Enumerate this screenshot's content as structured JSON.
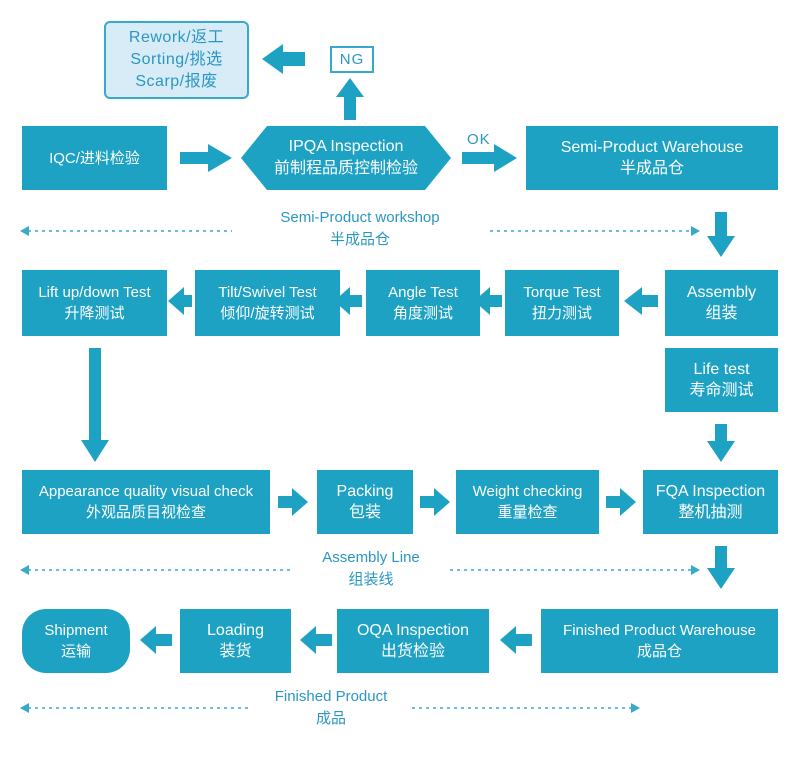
{
  "rework_box": {
    "lines": [
      "Rework/返工",
      "Sorting/挑选",
      "Scarp/报废"
    ]
  },
  "ng_label": "NG",
  "ok_label": "OK",
  "row1": {
    "iqc": {
      "lines": [
        "IQC/进料检验"
      ]
    },
    "ipqa": {
      "lines": [
        "IPQA Inspection",
        "前制程品质控制检验"
      ]
    },
    "semi_warehouse": {
      "lines": [
        "Semi-Product  Warehouse",
        "半成品仓"
      ]
    }
  },
  "semi_workshop_caption": {
    "lines": [
      "Semi-Product  workshop",
      "半成品仓"
    ]
  },
  "row2": {
    "lift": {
      "lines": [
        "Lift up/down Test",
        "升降测试"
      ]
    },
    "tilt": {
      "lines": [
        "Tilt/Swivel Test",
        "倾仰/旋转测试"
      ]
    },
    "angle": {
      "lines": [
        "Angle Test",
        "角度测试"
      ]
    },
    "torque": {
      "lines": [
        "Torque Test",
        "扭力测试"
      ]
    },
    "assembly": {
      "lines": [
        "Assembly",
        "组装"
      ]
    },
    "life": {
      "lines": [
        "Life test",
        "寿命测试"
      ]
    }
  },
  "row3": {
    "appearance": {
      "lines": [
        "Appearance quality visual check",
        "外观品质目视检查"
      ]
    },
    "packing": {
      "lines": [
        "Packing",
        "包装"
      ]
    },
    "weight": {
      "lines": [
        "Weight  checking",
        "重量检查"
      ]
    },
    "fqa": {
      "lines": [
        "FQA Inspection",
        "整机抽测"
      ]
    }
  },
  "assembly_line_caption": {
    "lines": [
      "Assembly Line",
      "组装线"
    ]
  },
  "row4": {
    "shipment": {
      "lines": [
        "Shipment",
        "运输"
      ]
    },
    "loading": {
      "lines": [
        "Loading",
        "装货"
      ]
    },
    "oqa": {
      "lines": [
        "OQA Inspection",
        "出货检验"
      ]
    },
    "finished_warehouse": {
      "lines": [
        "Finished Product Warehouse",
        "成品仓"
      ]
    }
  },
  "finished_product_caption": {
    "lines": [
      "Finished Product",
      "成品"
    ]
  },
  "colors": {
    "box_fill": "#1ea2c4",
    "arrow": "#1ea2c4",
    "light_fill": "#d7ecf6",
    "text_accent": "#2a97c2"
  }
}
